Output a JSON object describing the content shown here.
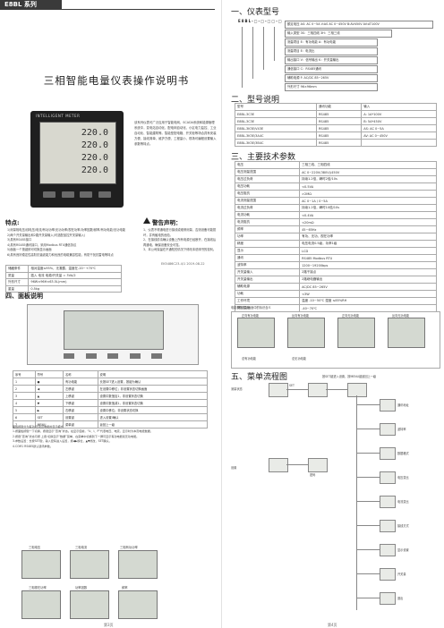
{
  "header": {
    "series": "E8BL 系列"
  },
  "title": "三相智能电量仪表操作说明书",
  "meter": {
    "brand": "INTELLIGENT METER",
    "display": [
      "220.0",
      "220.0",
      "220.0",
      "220.0"
    ]
  },
  "intro": "该系列仪表可广泛应用于智能电网、SCADA系统和能源管理系统中，变电站自动化、配电网自动化、小区电力监控、工业自动化、智能建筑等。智能型配电箱、开关柜等场合具有安装方便、接线简单、维护方便、工程量小、现场可编程设置输入参数等特点。",
  "features": {
    "heading": "特点:",
    "lines": [
      "1)测量相电压/线电压/电流/有功功率/无功功率/视在功率/功率因数/频率/有功电能/无功电能",
      "2)两个开关量输出和2路开关量输入(可选配遥控开关量输入)",
      "3)具有RS485接口",
      "4)具有RS485通讯接口，采用Modbus RTU通信协议",
      "5)面板一个按键即可切换显示画面",
      "6)具有良好稳定性高阶抗谐波能力和优良的电磁兼容性能，有防干扰抗雷电等特点"
    ]
  },
  "warning": {
    "heading": "警告声明：",
    "lines": [
      "1、仪表不得通电进行接线或维修测量，否则设备可能损坏，并有触电的危险。",
      "2、在接线前请确认设备上所有电源已经断开，在接线后再通电，确保设备安全可靠。",
      "3、本公司保留在不通知的情况下修改本说明书的权利。"
    ],
    "doc_no": "EK5486C23-4/1 2019-08-22"
  },
  "params_table": [
    [
      "储藏条件",
      "相对温度≤95%，无凝露，温度在-20~+70℃"
    ],
    [
      "质量",
      "插入  电流  电源/开关量 = 3VA/2"
    ],
    [
      "外形尺寸",
      "96W×96H×63.5L(mm)"
    ],
    [
      "重量",
      "0.5kg"
    ]
  ],
  "sec4": "四、面板说明",
  "keys_table": {
    "headers": [
      "序号",
      "符号",
      "名称",
      "说明"
    ],
    "rows": [
      [
        "1",
        "●",
        "有功电能",
        "长按SET进入设置，按键为确认"
      ],
      [
        "2",
        "◀",
        "左移键",
        "在设置中移位；非设置状态切换画面"
      ],
      [
        "3",
        "▲",
        "上移键",
        "设置中数值加1，非设置状态切换"
      ],
      [
        "4",
        "▼",
        "下移键",
        "设置中数值减1，非设置状态切换"
      ],
      [
        "5",
        "▶",
        "右移键",
        "设置中移位；非设置状态切换"
      ],
      [
        "6",
        "SET",
        "设置键",
        "进入设置/确认"
      ],
      [
        "7",
        "MENU",
        "菜单键",
        "返回上一级"
      ]
    ]
  },
  "key_notes": [
    "面板按键分为有功/无功及电能的显示模式",
    "1.按面板按键一下切换，按键显示“查询”状态。在显示值前，“U、I、P”代表电压、电流，显示时为本页电能数据。",
    "2.按键“查询”状态可按 上键 切换显示“数据”菜单，在菜单中切换到下一屏可显示有功电能和无功电能。",
    "3.参数设置：长按SET键，输入密码进入设置，按◀▶移位，▲▼修改，SET确认。",
    "4.COM1 RS485默认通讯参数。"
  ],
  "lcd_captions": {
    "c1": "三相电压",
    "c2": "三相电流",
    "c3": "三相有功功率",
    "c4": "三相视在功率",
    "c5": "功率因数",
    "c6": "频率"
  },
  "page_left": "第3页",
  "page_right": "第4页",
  "right": {
    "s1": "一、仪表型号",
    "model_code": "E8BL-□-□-□□-□",
    "model_boxes": [
      "额定电压  AS: AC 0~5A  V:AS AC 0~450V  B:AV450V  AV:AT100V",
      "输入类型  3S：三相四线   3H：三相三线",
      "测量项目  E：有功电能  A：有功电能",
      "测量项目  E：电流比",
      "输出接口  V：信号输出  K：开关量输出",
      "通信接口  C：RS485通讯",
      "辅助电源  F: AC/DC 85~265V",
      "外形尺寸  96×96mm"
    ],
    "s2": "二、型号说明",
    "model_table": {
      "headers": [
        "型号",
        "通讯功能",
        "输入"
      ],
      "rows": [
        [
          "E8BL-3C3E",
          "RS485",
          "A: 1A*100V"
        ],
        [
          "E8BL-3C3E",
          "RS485",
          "B: 5A*450V"
        ],
        [
          "E8BL-3K3E/V43E",
          "RS485",
          "AS: AC 0~5A"
        ],
        [
          "E8BL-3K3E/3A4C",
          "RS485",
          "AV: AC 0~450V"
        ],
        [
          "E8BL-3K3E/3B4C",
          "RS485",
          ""
        ]
      ]
    },
    "s3": "三、主要技术参数",
    "spec_table": [
      [
        "电压",
        "三相三线、三相四线"
      ],
      [
        "电压测量范围",
        "AC 0~220V(380V)/450V"
      ],
      [
        "电压过负荷",
        "持续1.2倍，瞬时2倍/10s"
      ],
      [
        "电压功耗",
        "<0.5VA"
      ],
      [
        "电压阻抗",
        ">2MΩ"
      ],
      [
        "电流测量范围",
        "AC 0~1A / 0~5A"
      ],
      [
        "电流过负荷",
        "持续1.2倍，瞬时10倍/10s"
      ],
      [
        "电流功耗",
        "<0.4VA"
      ],
      [
        "电流阻抗",
        "<20mΩ"
      ],
      [
        "频率",
        "45~65Hz"
      ],
      [
        "功率",
        "有功、无功、视在功率"
      ],
      [
        "精度",
        "电压电流0.5级，功率1级"
      ],
      [
        "显示",
        "LCD"
      ],
      [
        "通讯",
        "RS485 Modbus RTU"
      ],
      [
        "波特率",
        "1200~19200bps"
      ],
      [
        "开关量输入",
        "2路干接点"
      ],
      [
        "开关量输出",
        "2路继电器输出"
      ],
      [
        "辅助电源",
        "AC/DC 85~265V"
      ],
      [
        "功耗",
        "<3W"
      ],
      [
        "工作环境",
        "温度 -10~50℃ 湿度 ≤85%RH"
      ],
      [
        "储存温度",
        "-40~70℃"
      ]
    ],
    "display_caption": "电能表在显示画面中的标识含义",
    "display_labels": [
      "正向有功电能",
      "反向有功电能",
      "正向无功电能",
      "反向无功电能",
      "总有功电能",
      "总无功电能"
    ],
    "s5": "五、菜单流程图",
    "flow_labels": [
      "测量状态",
      "设置",
      "密码",
      "SET",
      "通讯地址",
      "波特率",
      "数据格式",
      "电压变比",
      "电流变比",
      "接线方式",
      "显示设置",
      "开关量",
      "退出"
    ],
    "flow_note": "按SET键进入设置，按MENU键返回上一级"
  }
}
